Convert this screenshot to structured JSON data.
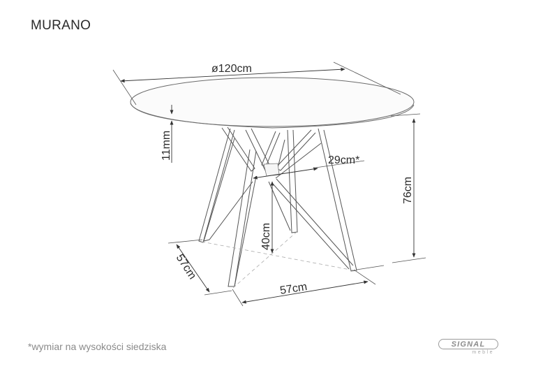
{
  "product": {
    "name": "MURANO"
  },
  "dimensions": {
    "diameter": "ø120cm",
    "top_thickness": "11mm",
    "leg_center_width": "29cm*",
    "total_height": "76cm",
    "crossbar_height": "40cm",
    "base_depth": "57cm",
    "base_width": "57cm"
  },
  "footnote": "*wymiar na wysokości siedziska",
  "brand": {
    "name": "SIGNAL",
    "sub": "meble"
  },
  "colors": {
    "line": "#3a3a3a",
    "text": "#2b2b2b",
    "footnote": "#8a8a8a",
    "logo": "#8c8c8c"
  }
}
